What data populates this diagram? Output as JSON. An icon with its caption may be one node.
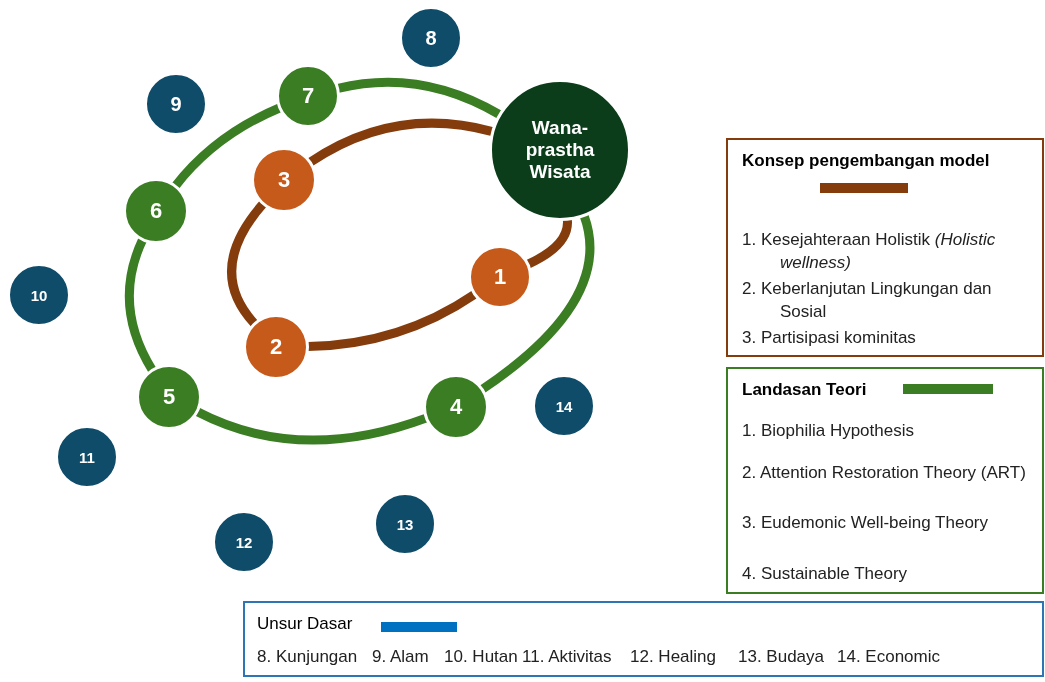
{
  "diagram": {
    "nodes": [
      {
        "text": [
          "Wana-prastha Wisata"
        ]
      },
      {
        "text": [
          "1"
        ]
      },
      {
        "text": [
          "2"
        ]
      },
      {
        "text": [
          "3"
        ]
      },
      {
        "text": [
          "4"
        ]
      },
      {
        "text": [
          "5"
        ]
      },
      {
        "text": [
          "6"
        ]
      },
      {
        "text": [
          "7"
        ]
      },
      {
        "text": [
          "8"
        ]
      },
      {
        "text": [
          "9"
        ]
      },
      {
        "text": [
          "10"
        ]
      },
      {
        "text": [
          "11"
        ]
      },
      {
        "text": [
          "12"
        ]
      },
      {
        "text": [
          "13"
        ]
      },
      {
        "text": [
          "14"
        ]
      }
    ],
    "edges": [
      {
        "from": 0,
        "to": 3,
        "arrow": "none",
        "color": "#843c0c"
      },
      {
        "from": 3,
        "to": 2,
        "arrow": "none",
        "color": "#843c0c"
      },
      {
        "from": 2,
        "to": 1,
        "arrow": "none",
        "color": "#843c0c"
      },
      {
        "from": 1,
        "to": 0,
        "arrow": "none",
        "color": "#843c0c"
      },
      {
        "from": 0,
        "to": 7,
        "arrow": "none",
        "color": "#3a7d23"
      },
      {
        "from": 7,
        "to": 6,
        "arrow": "none",
        "color": "#3a7d23"
      },
      {
        "from": 6,
        "to": 5,
        "arrow": "none",
        "color": "#3a7d23"
      },
      {
        "from": 5,
        "to": 4,
        "arrow": "none",
        "color": "#3a7d23"
      },
      {
        "from": 4,
        "to": 0,
        "arrow": "none",
        "color": "#3a7d23"
      }
    ],
    "labels": [
      "1. Kesejahteraan Holistik *(Holistic wellness)*",
      "2. Keberlanjutan Lingkungan dan Sosial",
      "3. Partisipasi kominitas",
      "1. Biophilia Hypothesis",
      "2. Attention Restoration Theory (ART)",
      "3. Eudemonic Well-being Theory",
      "4. Sustainable Theory",
      "8. Kunjungan",
      "9. Alam",
      "10. Hutan",
      "11. Aktivitas",
      "12. Healing",
      "13. Budaya",
      "14. Economic"
    ],
    "legend": [
      {
        "text": "Konsep pengembangan model",
        "color": "#843c0c"
      },
      {
        "text": "Landasan Teori",
        "color": "#3a7d23"
      },
      {
        "text": "Unsur Dasar",
        "color": "#0070c0"
      }
    ]
  }
}
